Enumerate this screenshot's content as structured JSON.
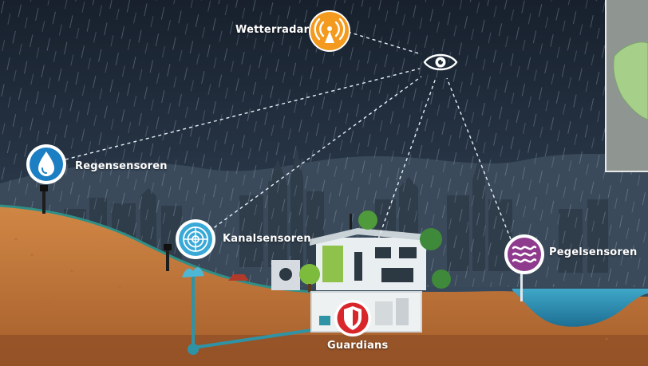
{
  "labels": {
    "weather_radar": "Wetterradar",
    "rain_sensors": "Regensensoren",
    "sewer_sensors": "Kanalsensoren",
    "level_sensors": "Pegelsensoren",
    "guardians": "Guardians"
  },
  "colors": {
    "sky_top": "#1b2533",
    "sky_bottom": "#3a4c60",
    "soil": "#c97d3f",
    "deep_soil": "#8a4b22",
    "water": "#2c8fb2",
    "pipe": "#2f93a6",
    "weather_radar_icon": "#f39a1f",
    "rain_sensor_icon": "#1c7ec3",
    "sewer_sensor_icon": "#3aa9d8",
    "level_sensor_icon": "#8e3b8d",
    "guardian_icon": "#d9262b"
  },
  "icons": {
    "weather_radar": "radar-tower-icon",
    "rain_sensors": "water-drop-icon",
    "sewer_sensors": "manhole-cover-icon",
    "level_sensors": "water-waves-icon",
    "guardians": "shield-icon",
    "hub": "eye-icon"
  }
}
